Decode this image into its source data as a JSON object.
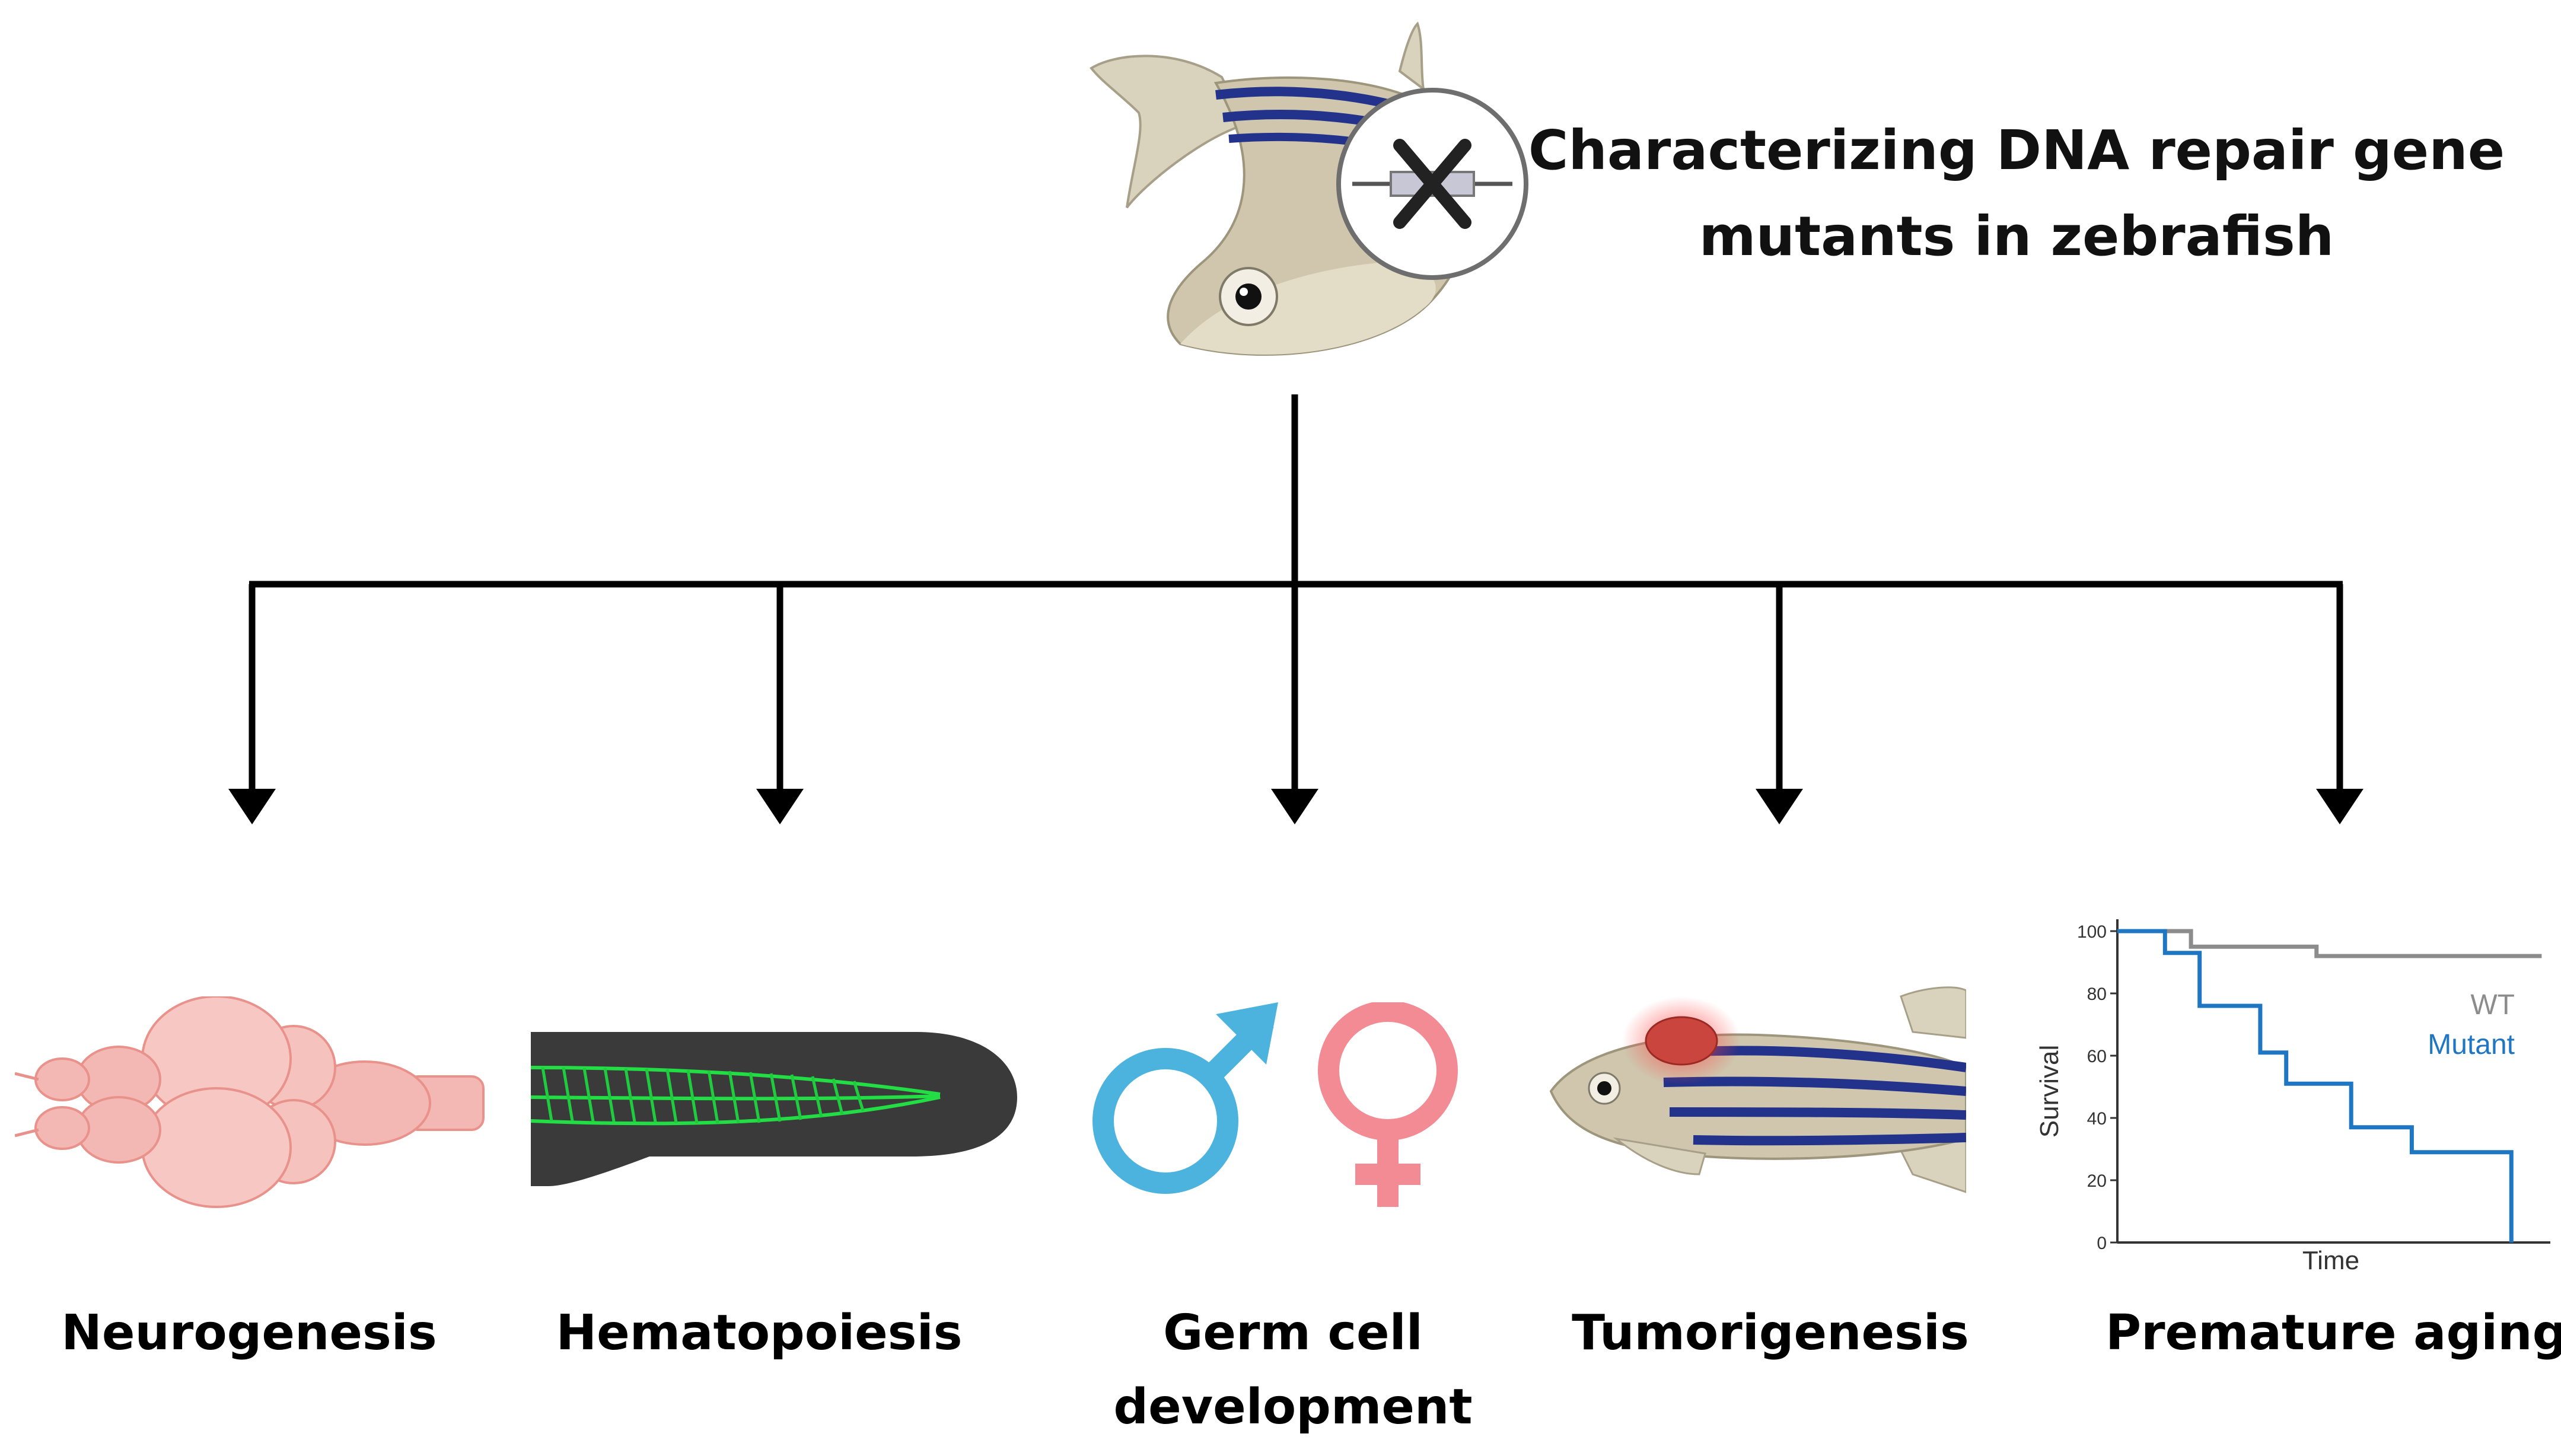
{
  "header": {
    "title_line1": "Characterizing DNA repair gene",
    "title_line2": "mutants in zebrafish"
  },
  "phenotypes": [
    {
      "label": "Neurogenesis",
      "icon": "brain-icon"
    },
    {
      "label": "Hematopoiesis",
      "icon": "larva-vasculature-icon"
    },
    {
      "label_line1": "Germ cell",
      "label_line2": "development",
      "icon": "male-female-symbols-icon"
    },
    {
      "label": "Tumorigenesis",
      "icon": "zebrafish-tumor-icon"
    },
    {
      "label": "Premature aging",
      "icon": "survival-curve-icon"
    }
  ],
  "colors": {
    "male": "#4bb3dd",
    "female": "#f28b94",
    "wt": "#8c8c8c",
    "mutant": "#1f77c4",
    "brain": "#f4b8b4",
    "larva_glow": "#22dd44",
    "tumor": "#d9534f"
  },
  "chart_data": {
    "type": "line",
    "xlabel": "Time",
    "ylabel": "Survival",
    "ylim": [
      0,
      100
    ],
    "yticks": [
      0,
      20,
      40,
      60,
      80,
      100
    ],
    "xlim": [
      0,
      10
    ],
    "series": [
      {
        "name": "WT",
        "x": [
          0,
          1.7,
          1.7,
          4.6,
          4.6,
          9.8
        ],
        "y": [
          100,
          100,
          95,
          95,
          92,
          92
        ]
      },
      {
        "name": "Mutant",
        "x": [
          0,
          1.1,
          1.1,
          1.9,
          1.9,
          3.3,
          3.3,
          3.9,
          3.9,
          5.4,
          5.4,
          6.8,
          6.8,
          9.1,
          9.1
        ],
        "y": [
          100,
          100,
          93,
          93,
          76,
          76,
          61,
          61,
          51,
          51,
          37,
          37,
          29,
          29,
          0
        ]
      }
    ]
  }
}
